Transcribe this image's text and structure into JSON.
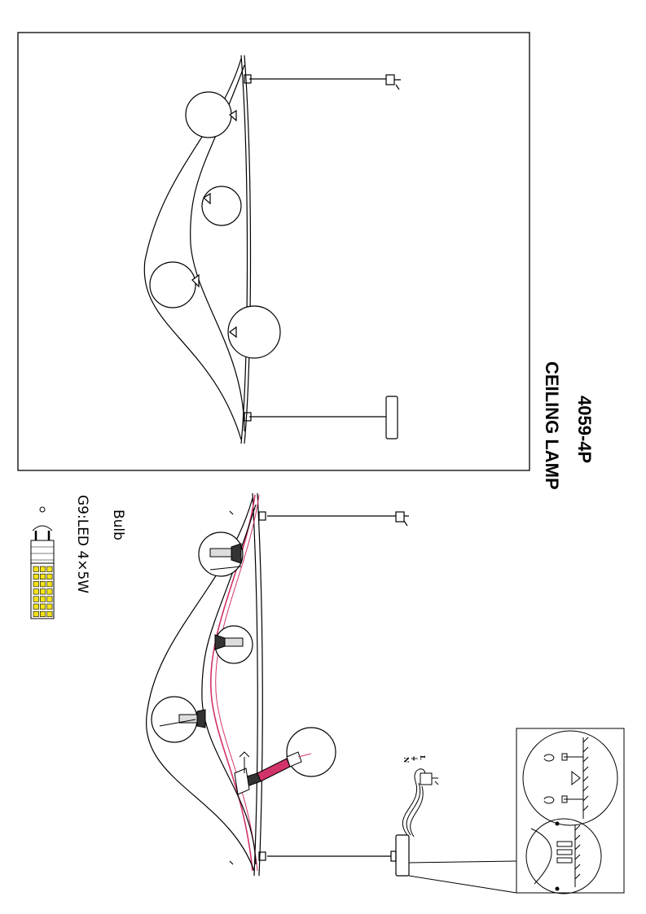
{
  "product": {
    "model": "4059-4P",
    "name": "CEILING LAMP"
  },
  "bulb": {
    "heading": "Bulb",
    "spec": "G9:LED  4×5W"
  },
  "wiring": {
    "labels": [
      "N",
      "⏚",
      "L"
    ]
  },
  "colors": {
    "line": "#000000",
    "cable_highlight": "#d2336a",
    "led_chip": "#f3e21a"
  }
}
